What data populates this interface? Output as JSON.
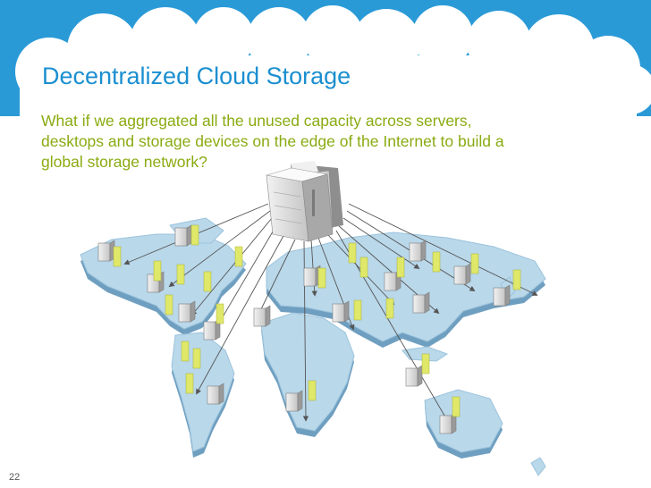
{
  "slide": {
    "title": "Decentralized Cloud Storage",
    "body_lines": [
      "What if we aggregated all the unused capacity across servers,",
      "desktops and storage devices on the edge of the Internet to build a",
      "global storage network?"
    ],
    "page_number": "22"
  },
  "colors": {
    "sky": "#2a9ad7",
    "cloud": "#ffffff",
    "title": "#1b8fd0",
    "body_text": "#8aab12",
    "continent_top": "#b9d8ea",
    "continent_side": "#6f9fc0",
    "server_light": "#e6e6e6",
    "server_dark": "#9a9a9a",
    "tag": "#e0e86a",
    "arrow": "#555555"
  },
  "icons": {
    "central": "server-cluster-icon",
    "node": "server-tower-icon",
    "tag": "storage-tag-icon"
  }
}
